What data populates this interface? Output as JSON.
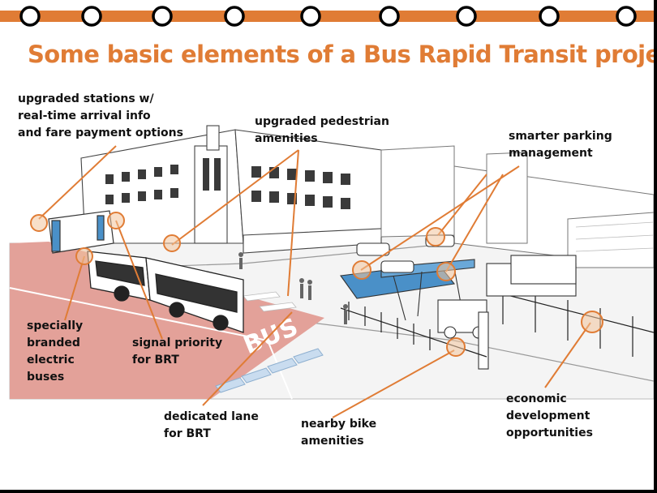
{
  "slide": {
    "title": "Some basic elements of a Bus Rapid Transit project",
    "accent_color": "#e07c35",
    "road_color": "#e3a199",
    "lane_text": "BUS"
  },
  "labels": {
    "stations": [
      "upgraded stations w/",
      "real-time arrival info",
      "and fare payment options"
    ],
    "pedestrian": [
      "upgraded pedestrian",
      "amenities"
    ],
    "parking": [
      "smarter parking",
      "management"
    ],
    "buses": [
      "specially",
      "branded",
      "electric",
      "buses"
    ],
    "signal": [
      "signal priority",
      "for BRT"
    ],
    "lane": [
      "dedicated lane",
      "for BRT"
    ],
    "bike": [
      "nearby bike",
      "amenities"
    ],
    "economic": [
      "economic",
      "development",
      "opportunities"
    ]
  }
}
